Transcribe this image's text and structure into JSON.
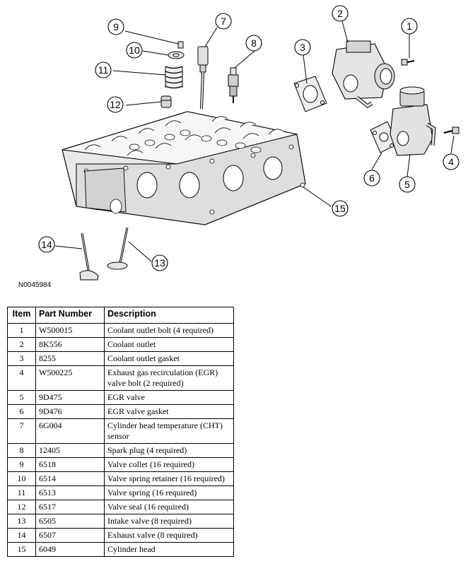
{
  "figure_id": "N0045984",
  "callouts": [
    "1",
    "2",
    "3",
    "4",
    "5",
    "6",
    "7",
    "8",
    "9",
    "10",
    "11",
    "12",
    "13",
    "14",
    "15"
  ],
  "table": {
    "headers": {
      "item": "Item",
      "part_number": "Part Number",
      "description": "Description"
    },
    "rows": [
      {
        "item": "1",
        "part_number": "W500015",
        "description": "Coolant outlet bolt (4 required)"
      },
      {
        "item": "2",
        "part_number": "8K556",
        "description": "Coolant outlet"
      },
      {
        "item": "3",
        "part_number": "8255",
        "description": "Coolant outlet gasket"
      },
      {
        "item": "4",
        "part_number": "W500225",
        "description": "Exhaust gas recirculation (EGR) valve bolt (2 required)"
      },
      {
        "item": "5",
        "part_number": "9D475",
        "description": "EGR valve"
      },
      {
        "item": "6",
        "part_number": "9D476",
        "description": "EGR valve gasket"
      },
      {
        "item": "7",
        "part_number": "6G004",
        "description": "Cylinder head temperature (CHT) sensor"
      },
      {
        "item": "8",
        "part_number": "12405",
        "description": "Spark plug (4 required)"
      },
      {
        "item": "9",
        "part_number": "6518",
        "description": "Valve collet (16 required)"
      },
      {
        "item": "10",
        "part_number": "6514",
        "description": "Valve spring retainer (16 required)"
      },
      {
        "item": "11",
        "part_number": "6513",
        "description": "Valve spring (16 required)"
      },
      {
        "item": "12",
        "part_number": "6517",
        "description": "Valve seal (16 required)"
      },
      {
        "item": "13",
        "part_number": "6505",
        "description": "Intake valve (8 required)"
      },
      {
        "item": "14",
        "part_number": "6507",
        "description": "Exhaust valve (8 required)"
      },
      {
        "item": "15",
        "part_number": "6049",
        "description": "Cylinder head"
      }
    ]
  }
}
